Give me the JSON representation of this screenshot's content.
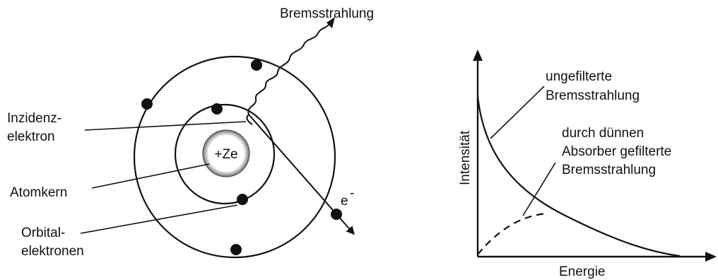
{
  "atom_diagram": {
    "bremsstrahlung_label": "Bremsstrahlung",
    "incident_label_line1": "Inzidenz-",
    "incident_label_line2": "elektron",
    "nucleus_text": "+Ze",
    "nucleus_label": "Atomkern",
    "orbital_label_line1": "Orbital-",
    "orbital_label_line2": "elektronen",
    "electron_symbol": "e",
    "electron_charge": "-"
  },
  "spectrum_graph": {
    "y_axis_label": "Intensität",
    "x_axis_label": "Energie",
    "unfiltered_label_line1": "ungefilterte",
    "unfiltered_label_line2": "Bremsstrahlung",
    "filtered_label_line1": "durch dünnen",
    "filtered_label_line2": "Absorber gefilterte",
    "filtered_label_line3": "Bremsstrahlung"
  },
  "colors": {
    "ink": "#111111",
    "nucleus_fill": "#ffffff",
    "nucleus_ring": "#9a9a9a"
  }
}
